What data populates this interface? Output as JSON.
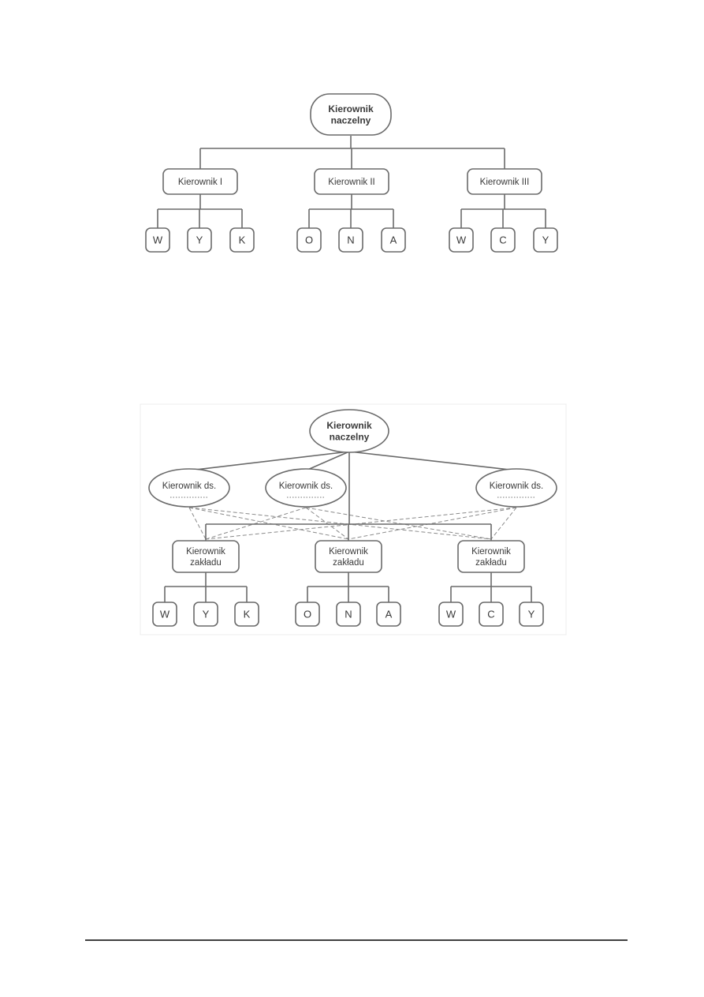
{
  "diagram1": {
    "root": "Kierownik\nnaczelny",
    "managers": [
      "Kierownik I",
      "Kierownik II",
      "Kierownik III"
    ],
    "leaves": [
      [
        "W",
        "Y",
        "K"
      ],
      [
        "O",
        "N",
        "A"
      ],
      [
        "W",
        "C",
        "Y"
      ]
    ]
  },
  "diagram2": {
    "root": "Kierownik\nnaczelny",
    "specialists": [
      "Kierownik ds.",
      "Kierownik ds.",
      "Kierownik ds."
    ],
    "managers": [
      "Kierownik\nzakładu",
      "Kierownik\nzakładu",
      "Kierownik\nzakładu"
    ],
    "leaves": [
      [
        "W",
        "Y",
        "K"
      ],
      [
        "O",
        "N",
        "A"
      ],
      [
        "W",
        "C",
        "Y"
      ]
    ]
  }
}
